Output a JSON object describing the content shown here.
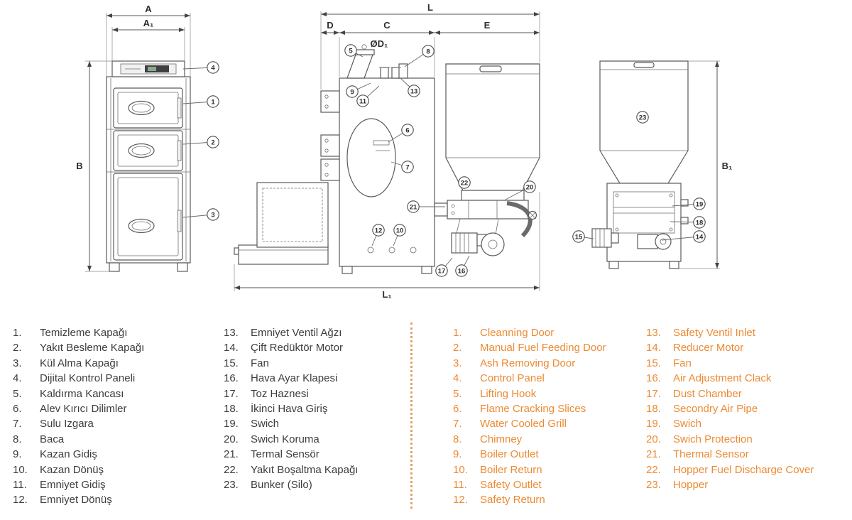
{
  "diagram": {
    "dims": {
      "A": "A",
      "A1": "A₁",
      "B": "B",
      "L": "L",
      "D": "D",
      "C": "C",
      "E": "E",
      "OD1": "ØD₁",
      "L1": "L₁",
      "B1": "B₁"
    },
    "callout_instances": [
      "4",
      "1",
      "2",
      "3",
      "5",
      "8",
      "9",
      "11",
      "13",
      "6",
      "7",
      "22",
      "21",
      "20",
      "12",
      "10",
      "17",
      "16",
      "23",
      "19",
      "18",
      "14",
      "15"
    ]
  },
  "legend": {
    "turkish": {
      "color": "#3d3d3d",
      "items": [
        {
          "num": "1.",
          "label": "Temizleme Kapağı"
        },
        {
          "num": "2.",
          "label": "Yakıt Besleme Kapağı"
        },
        {
          "num": "3.",
          "label": "Kül Alma Kapağı"
        },
        {
          "num": "4.",
          "label": "Dijital Kontrol Paneli"
        },
        {
          "num": "5.",
          "label": "Kaldırma Kancası"
        },
        {
          "num": "6.",
          "label": "Alev Kırıcı Dilimler"
        },
        {
          "num": "7.",
          "label": "Sulu Izgara"
        },
        {
          "num": "8.",
          "label": "Baca"
        },
        {
          "num": "9.",
          "label": "Kazan Gidiş"
        },
        {
          "num": "10.",
          "label": "Kazan Dönüş"
        },
        {
          "num": "11.",
          "label": "Emniyet Gidiş"
        },
        {
          "num": "12.",
          "label": "Emniyet Dönüş"
        },
        {
          "num": "13.",
          "label": "Emniyet Ventil Ağzı"
        },
        {
          "num": "14.",
          "label": "Çift Redüktör Motor"
        },
        {
          "num": "15.",
          "label": "Fan"
        },
        {
          "num": "16.",
          "label": "Hava Ayar Klapesi"
        },
        {
          "num": "17.",
          "label": "Toz Haznesi"
        },
        {
          "num": "18.",
          "label": "İkinci Hava Giriş"
        },
        {
          "num": "19.",
          "label": "Swich"
        },
        {
          "num": "20.",
          "label": "Swich Koruma"
        },
        {
          "num": "21.",
          "label": "Termal Sensör"
        },
        {
          "num": "22.",
          "label": "Yakıt Boşaltma Kapağı"
        },
        {
          "num": "23.",
          "label": "Bunker (Silo)"
        }
      ]
    },
    "english": {
      "color": "#ED8A33",
      "divider_color": "#dfa568",
      "items": [
        {
          "num": "1.",
          "label": "Cleanning Door"
        },
        {
          "num": "2.",
          "label": "Manual Fuel Feeding Door"
        },
        {
          "num": "3.",
          "label": "Ash Removing Door"
        },
        {
          "num": "4.",
          "label": "Control Panel"
        },
        {
          "num": "5.",
          "label": "Lifting Hook"
        },
        {
          "num": "6.",
          "label": "Flame Cracking Slices"
        },
        {
          "num": "7.",
          "label": "Water Cooled Grill"
        },
        {
          "num": "8.",
          "label": "Chimney"
        },
        {
          "num": "9.",
          "label": "Boiler Outlet"
        },
        {
          "num": "10.",
          "label": "Boiler Return"
        },
        {
          "num": "11.",
          "label": "Safety Outlet"
        },
        {
          "num": "12.",
          "label": "Safety Return"
        },
        {
          "num": "13.",
          "label": "Safety Ventil Inlet"
        },
        {
          "num": "14.",
          "label": "Reducer Motor"
        },
        {
          "num": "15.",
          "label": "Fan"
        },
        {
          "num": "16.",
          "label": "Air Adjustment Clack"
        },
        {
          "num": "17.",
          "label": "Dust Chamber"
        },
        {
          "num": "18.",
          "label": "Secondry Air Pipe"
        },
        {
          "num": "19.",
          "label": "Swich"
        },
        {
          "num": "20.",
          "label": "Swich Protection"
        },
        {
          "num": "21.",
          "label": "Thermal Sensor"
        },
        {
          "num": "22.",
          "label": "Hopper Fuel Discharge Cover"
        },
        {
          "num": "23.",
          "label": "Hopper"
        }
      ]
    }
  }
}
